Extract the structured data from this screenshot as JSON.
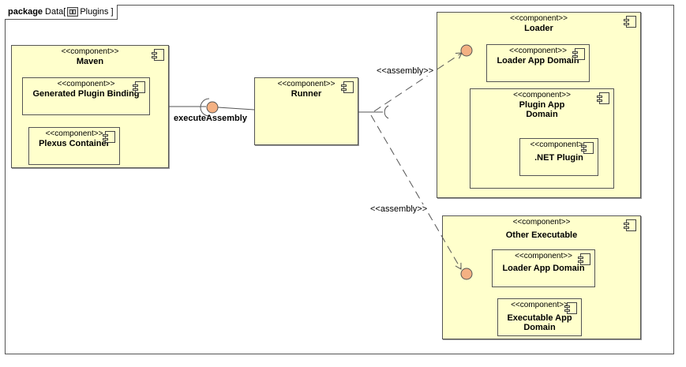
{
  "package": {
    "keyword": "package",
    "name": "Data[",
    "sub": "Plugins ]"
  },
  "stereotype": "<<component>>",
  "components": {
    "maven": "Maven",
    "generated_plugin_binding": "Generated Plugin Binding",
    "plexus_container": "Plexus Container",
    "runner": "Runner",
    "loader": "Loader",
    "loader_app_domain": "Loader App Domain",
    "plugin_app_domain": "Plugin App Domain",
    "net_plugin": ".NET Plugin",
    "other_executable": "Other Executable",
    "other_loader_app_domain": "Loader App Domain",
    "executable_app_domain": "Executable App Domain"
  },
  "labels": {
    "execute_assembly": "executeAssembly",
    "assembly_1": "<<assembly>>",
    "assembly_2": "<<assembly>>"
  },
  "colors": {
    "component_fill": "#ffffcc",
    "interface_fill": "#f4b183",
    "line": "#555555"
  }
}
